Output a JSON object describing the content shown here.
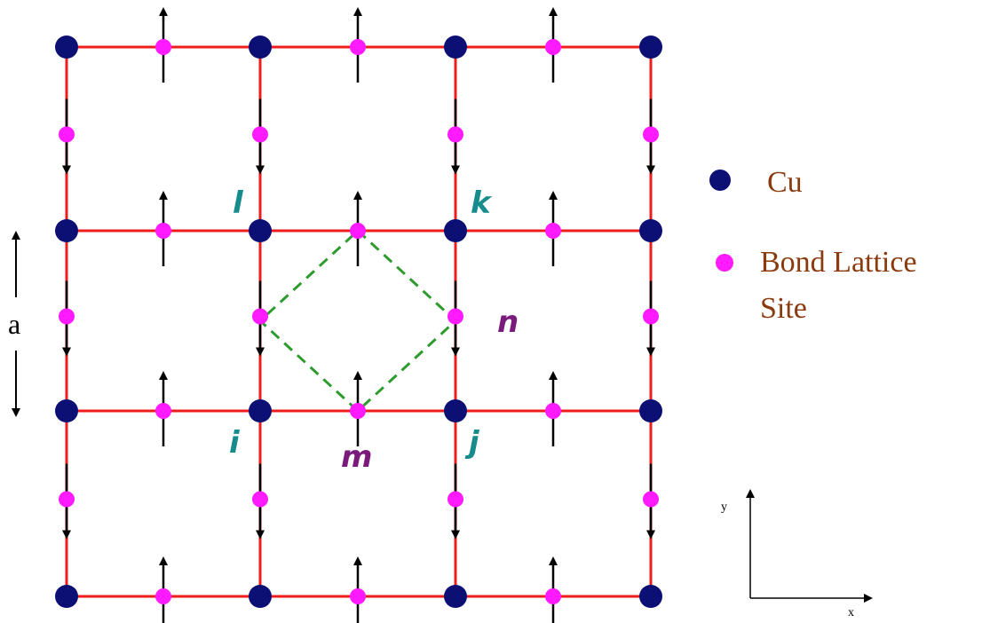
{
  "colors": {
    "bond": "#ee1c1c",
    "cu": "#0c0f73",
    "bond_site": "#ff1aff",
    "arrow": "#000000",
    "plaquette": "#2e9b2e",
    "label_teal": "#168c8c",
    "label_purple": "#7a1a7a",
    "legend_text": "#8b3a0e"
  },
  "lattice": {
    "columns": 4,
    "rows": 4,
    "horizontal_bond_spins": [
      [
        "up",
        "up",
        "up"
      ],
      [
        "up",
        "up",
        "up"
      ],
      [
        "up",
        "up",
        "up"
      ],
      [
        "up",
        "up",
        "up"
      ]
    ],
    "vertical_bond_spins": [
      [
        "down",
        "down",
        "down",
        "down"
      ],
      [
        "down",
        "down",
        "down",
        "down"
      ],
      [
        "down",
        "down",
        "down",
        "down"
      ]
    ]
  },
  "site_labels": {
    "l": "l",
    "k": "k",
    "i": "i",
    "j": "j",
    "m": "m",
    "n": "n"
  },
  "lattice_constant_label": "a",
  "legend": {
    "cu_label": "Cu",
    "bond_label_line1": "Bond Lattice",
    "bond_label_line2": "Site"
  },
  "axes": {
    "x_label": "x",
    "y_label": "y"
  }
}
